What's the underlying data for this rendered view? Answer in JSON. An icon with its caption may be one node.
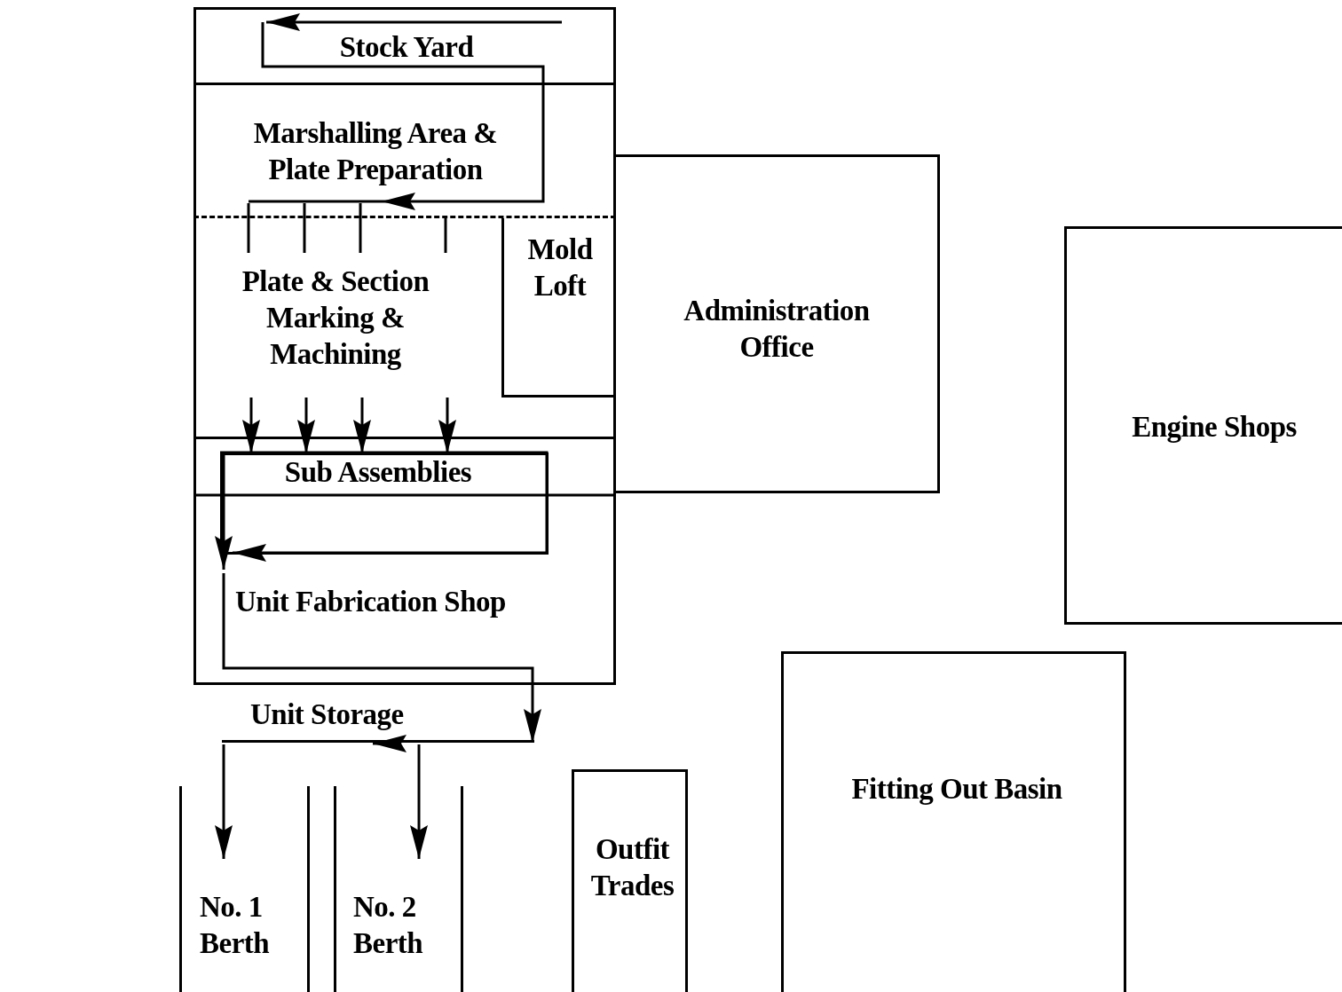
{
  "diagram": {
    "nodes": [
      {
        "text": [
          "Stock Yard"
        ]
      },
      {
        "text": [
          "Marshalling Area & Plate Preparation"
        ]
      },
      {
        "text": [
          "Plate & Section Marking & Machining"
        ]
      },
      {
        "text": [
          "Mold Loft"
        ],
        "in": 2
      },
      {
        "text": [
          "Sub Assemblies"
        ],
        "in": 5
      },
      {
        "text": [
          "Unit Fabrication Shop"
        ]
      },
      {
        "text": [
          "Administration Office"
        ]
      },
      {
        "text": [
          "Engine Shops"
        ]
      },
      {
        "text": [
          "Fitting Out Basin"
        ]
      },
      {
        "text": [
          "Unit Storage"
        ]
      },
      {
        "text": [
          "No. 1 Berth"
        ]
      },
      {
        "text": [
          "No. 2 Berth"
        ]
      },
      {
        "text": [
          "Outfit Trades"
        ]
      }
    ],
    "edges": [
      {
        "from": null,
        "to": 0,
        "arrow": "to"
      },
      {
        "from": 0,
        "to": 1,
        "arrow": "to"
      },
      {
        "from": 1,
        "to": 2,
        "arrow": "none"
      },
      {
        "from": 1,
        "to": 2,
        "arrow": "none"
      },
      {
        "from": 1,
        "to": 2,
        "arrow": "none"
      },
      {
        "from": 1,
        "to": 2,
        "arrow": "none"
      },
      {
        "from": 2,
        "to": 4,
        "arrow": "to"
      },
      {
        "from": 2,
        "to": 4,
        "arrow": "to"
      },
      {
        "from": 2,
        "to": 4,
        "arrow": "to"
      },
      {
        "from": 2,
        "to": 4,
        "arrow": "to"
      },
      {
        "from": 4,
        "to": 5,
        "arrow": "to"
      },
      {
        "from": 5,
        "to": 9,
        "arrow": "to"
      },
      {
        "from": 9,
        "to": 10,
        "arrow": "to"
      },
      {
        "from": 9,
        "to": 11,
        "arrow": "to"
      }
    ]
  }
}
